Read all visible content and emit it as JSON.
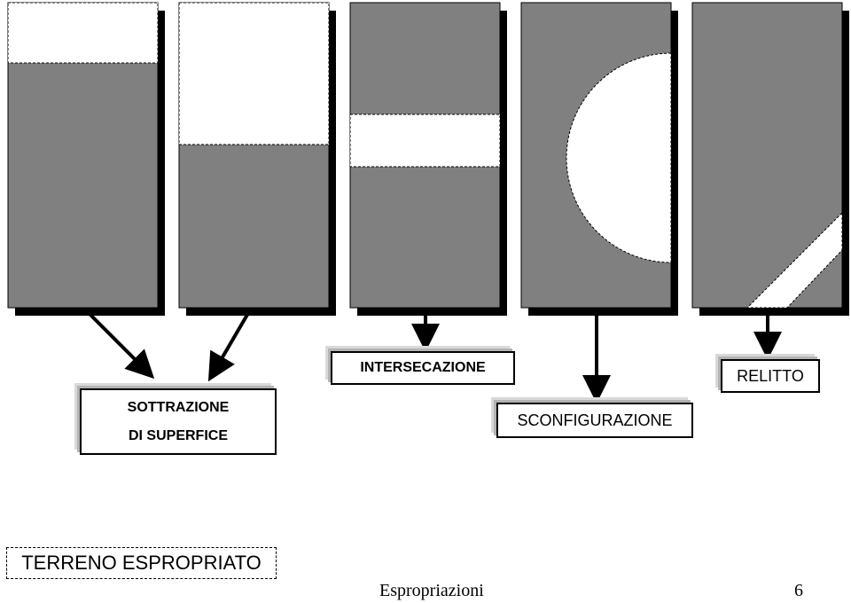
{
  "colors": {
    "remaining": "#808080",
    "expropriated": "#ffffff",
    "outline": "#000000",
    "shadow": "#000000"
  },
  "panels": [
    {
      "id": "sottrazione-1",
      "cut": "top-band"
    },
    {
      "id": "sottrazione-2",
      "cut": "top-band-large"
    },
    {
      "id": "intersecazione",
      "cut": "middle-band"
    },
    {
      "id": "sconfigurazione",
      "cut": "half-disc-right"
    },
    {
      "id": "relitto",
      "cut": "diagonal-corner-strip"
    }
  ],
  "labels": {
    "sottrazione": {
      "line1": "SOTTRAZIONE",
      "line2": "DI SUPERFICE"
    },
    "intersecazione": "INTERSECAZIONE",
    "sconfigurazione": "SCONFIGURAZIONE",
    "relitto": "RELITTO"
  },
  "legend": {
    "label": "TERRENO ESPROPRIATO",
    "icon": "dashed-border"
  },
  "footer": {
    "title": "Espropriazioni",
    "page": "6"
  }
}
